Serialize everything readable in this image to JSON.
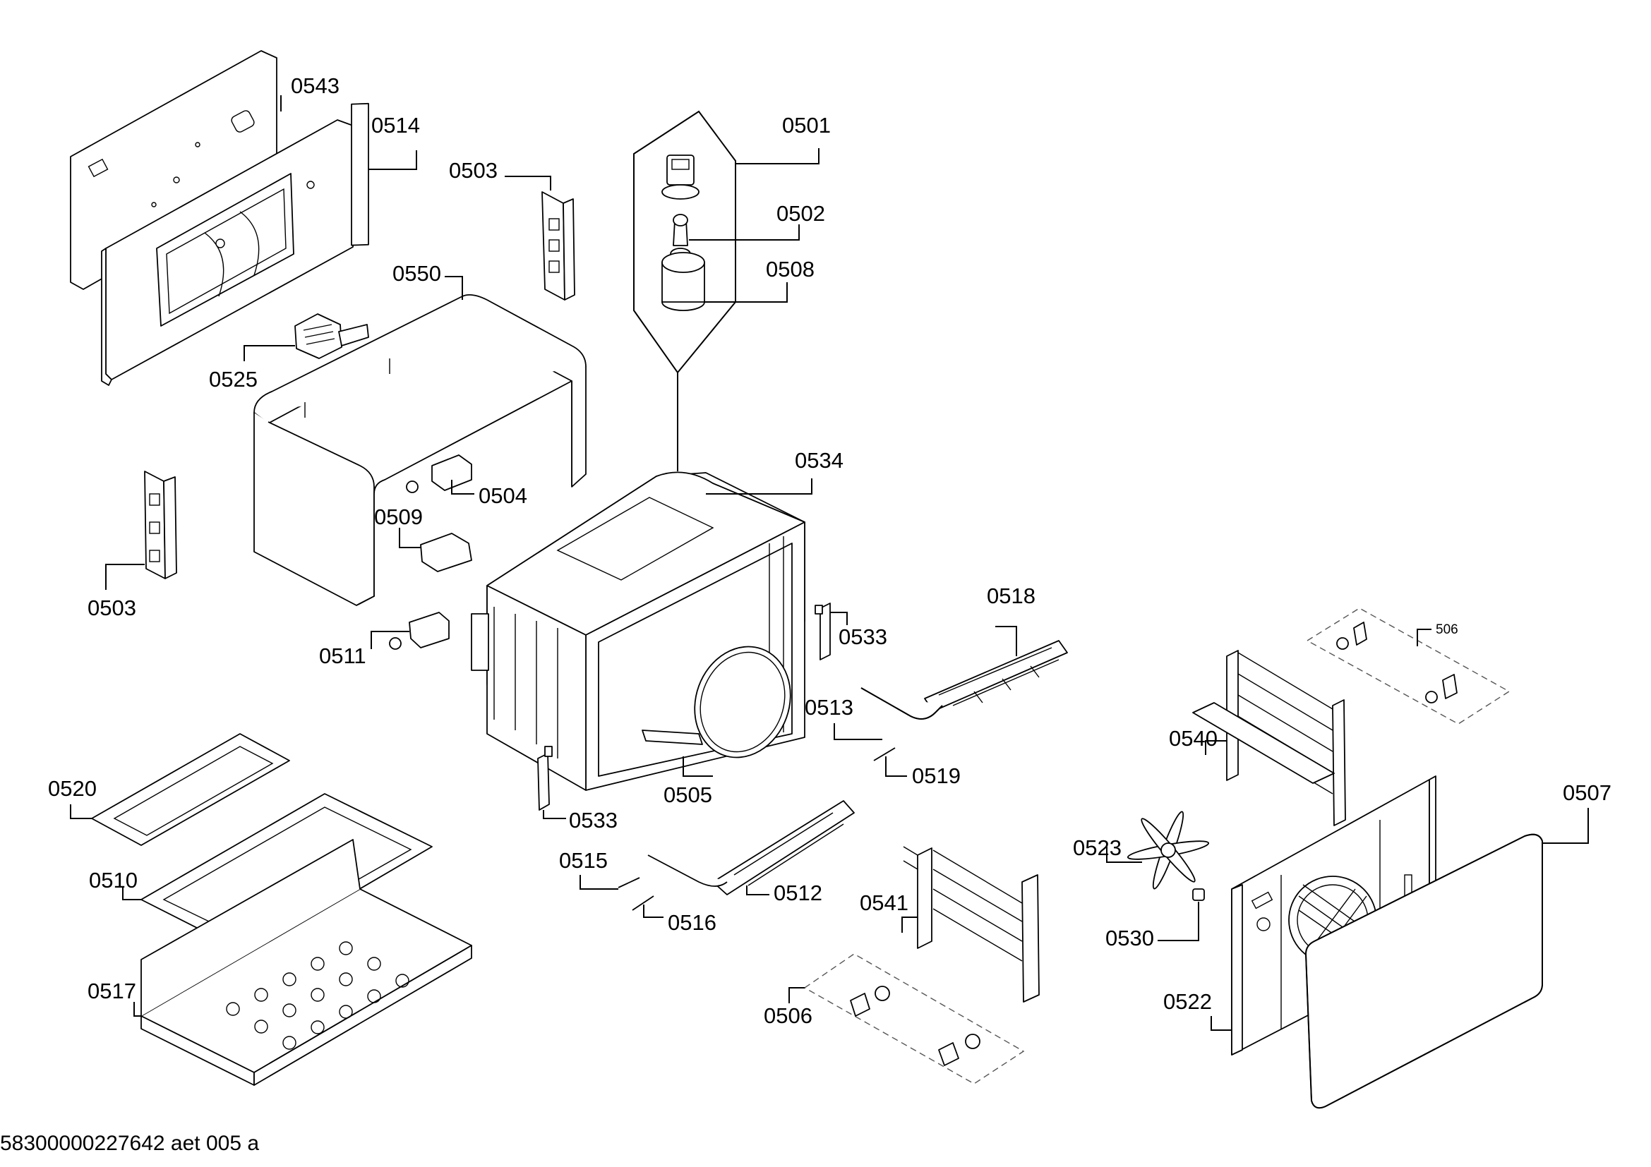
{
  "labels": {
    "p0543": "0543",
    "p0514": "0514",
    "p0503a": "0503",
    "p0501": "0501",
    "p0502": "0502",
    "p0508": "0508",
    "p0550": "0550",
    "p0525": "0525",
    "p0534": "0534",
    "p0504": "0504",
    "p0509": "0509",
    "p0503b": "0503",
    "p0518": "0518",
    "p0533a": "0533",
    "p0511": "0511",
    "p0506a": "506",
    "p0513": "0513",
    "p0540": "0540",
    "p0519": "0519",
    "p0507": "0507",
    "p0520": "0520",
    "p0505": "0505",
    "p0533b": "0533",
    "p0523": "0523",
    "p0515": "0515",
    "p0510": "0510",
    "p0512": "0512",
    "p0541": "0541",
    "p0516": "0516",
    "p0530": "0530",
    "p0517": "0517",
    "p0506b": "0506",
    "p0522": "0522"
  },
  "footer": "58300000227642 aet 005 a"
}
